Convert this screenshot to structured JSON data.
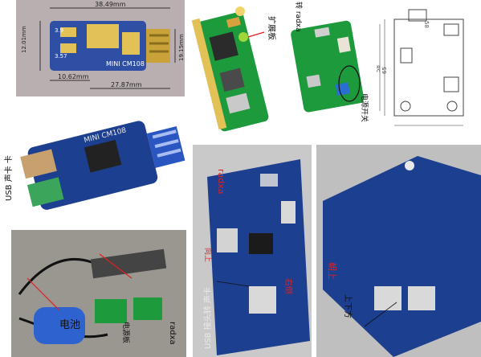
{
  "collage": {
    "dims_drawing": {
      "width_mm": "38.49mm",
      "height_top": "3.9",
      "height_left": "12.01mm",
      "height_mid": "3.57",
      "height_right": "19.15mm",
      "width_bottom_left": "10.62mm",
      "width_bottom_right": "27.87mm",
      "board_label": "MINI CM108"
    },
    "usb_sound_photo": {
      "silkscreen": "MINI CM108",
      "annotation": "USB 声卡 卡"
    },
    "sbc_board_photo": {
      "annotation": "扩展板"
    },
    "expansion_board_photo": {
      "annotation_top": "转 radxa",
      "annotation_side": "电源开关"
    },
    "outline_drawing": {
      "dim_top": "58",
      "dim_right_1": "65",
      "dim_right_2": "58"
    },
    "desk_photo": {
      "annotation_battery": "电池",
      "annotation_board": "电源板",
      "annotation_radxa": "radxa"
    },
    "render_front": {
      "annotation_radxa": "radxa",
      "annotation_usb": "USB 接头转 声卡",
      "annotation_top": "向上",
      "annotation_right": "右侧"
    },
    "render_back": {
      "annotation_up": "朝上",
      "annotation_stack": "上下方"
    }
  },
  "colors": {
    "pcb_blue": "#1d3f8f",
    "pcb_green": "#1c9a3c",
    "annotation_red": "#e02020",
    "desk_grey": "#9a9690"
  }
}
